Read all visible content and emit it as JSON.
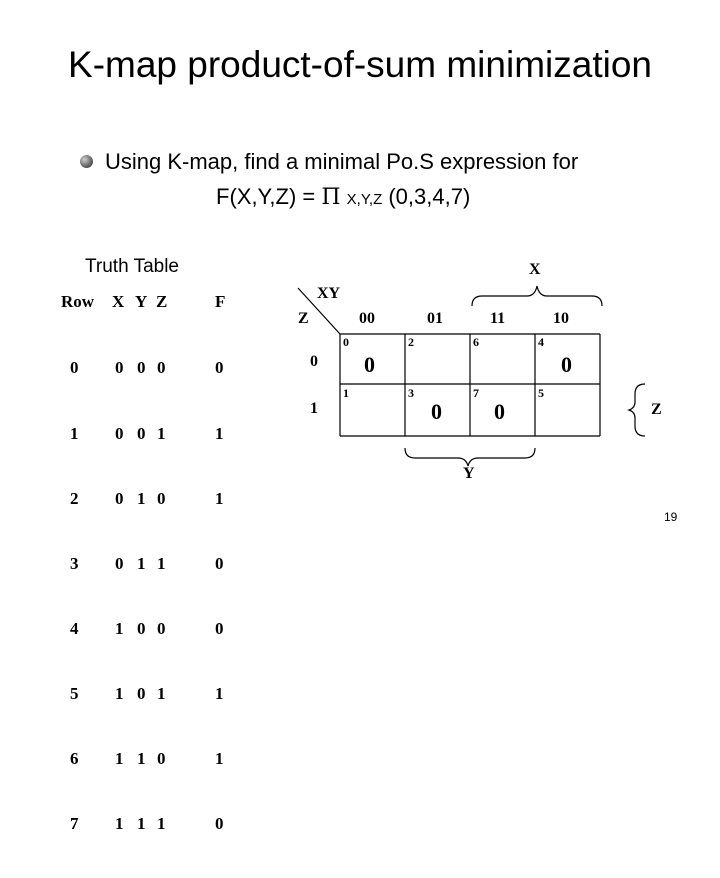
{
  "slide": {
    "title": "K-map product-of-sum minimization",
    "bullet_line1": "Using K-map, find a minimal Po.S expression for",
    "bullet_line2_a": "F(X,Y,Z) = ",
    "bullet_line2_pi": "Π",
    "bullet_line2_sub": "X,Y,Z",
    "bullet_line2_b": " (0,3,4,7)",
    "page_number": "19"
  },
  "truth_table": {
    "title": "Truth Table",
    "headers": [
      "Row",
      "X",
      "Y",
      "Z",
      "F"
    ],
    "rows": [
      [
        "0",
        "0",
        "0",
        "0",
        "0"
      ],
      [
        "1",
        "0",
        "0",
        "1",
        "1"
      ],
      [
        "2",
        "0",
        "1",
        "0",
        "1"
      ],
      [
        "3",
        "0",
        "1",
        "1",
        "0"
      ],
      [
        "4",
        "1",
        "0",
        "0",
        "0"
      ],
      [
        "5",
        "1",
        "0",
        "1",
        "1"
      ],
      [
        "6",
        "1",
        "1",
        "0",
        "1"
      ],
      [
        "7",
        "1",
        "1",
        "1",
        "0"
      ]
    ]
  },
  "kmap": {
    "xy_label": "XY",
    "z_label": "Z",
    "col_headers": [
      "00",
      "01",
      "11",
      "10"
    ],
    "row_headers": [
      "0",
      "1"
    ],
    "cell_numbers": [
      [
        "0",
        "2",
        "6",
        "4"
      ],
      [
        "1",
        "3",
        "7",
        "5"
      ]
    ],
    "zeros": [
      "0",
      "0",
      "0",
      "0"
    ],
    "brace_x": "X",
    "brace_y": "Y",
    "brace_z": "Z"
  }
}
